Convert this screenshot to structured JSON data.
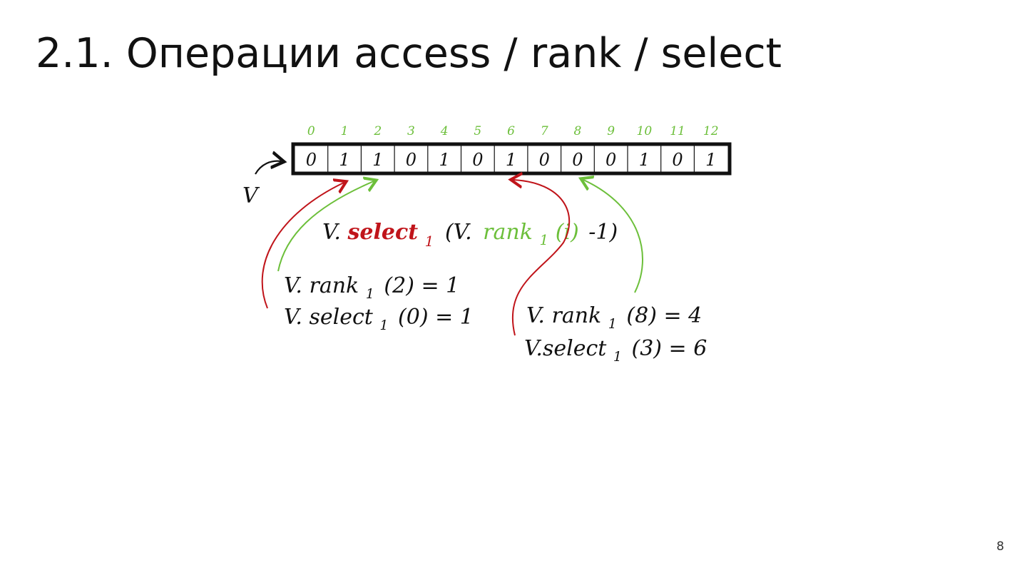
{
  "slide": {
    "title": "2.1. Операции access / rank / select",
    "page_number": "8"
  },
  "colors": {
    "ink": "#111111",
    "green": "#6cbf3a",
    "red": "#c0141a"
  },
  "diagram": {
    "vector_label": "V",
    "indices": [
      "0",
      "1",
      "2",
      "3",
      "4",
      "5",
      "6",
      "7",
      "8",
      "9",
      "10",
      "11",
      "12"
    ],
    "bits": [
      "0",
      "1",
      "1",
      "0",
      "1",
      "0",
      "1",
      "0",
      "0",
      "0",
      "1",
      "0",
      "1"
    ],
    "formula": {
      "prefix": "V.",
      "select_word": "select",
      "select_sub": "1",
      "paren_open": "(V.",
      "rank_word": "rank",
      "rank_sub": "1",
      "rank_arg": "(i)",
      "suffix": "-1)"
    },
    "example_left": {
      "line1_main": "V. rank",
      "line1_sub": "1",
      "line1_rest": "(2) = 1",
      "line2_main": "V. select",
      "line2_sub": "1",
      "line2_rest": "(0) = 1"
    },
    "example_right": {
      "line1_main": "V. rank",
      "line1_sub": "1",
      "line1_rest": "(8) = 4",
      "line2_main": "V.select",
      "line2_sub": "1",
      "line2_rest": "(3) = 6"
    }
  }
}
